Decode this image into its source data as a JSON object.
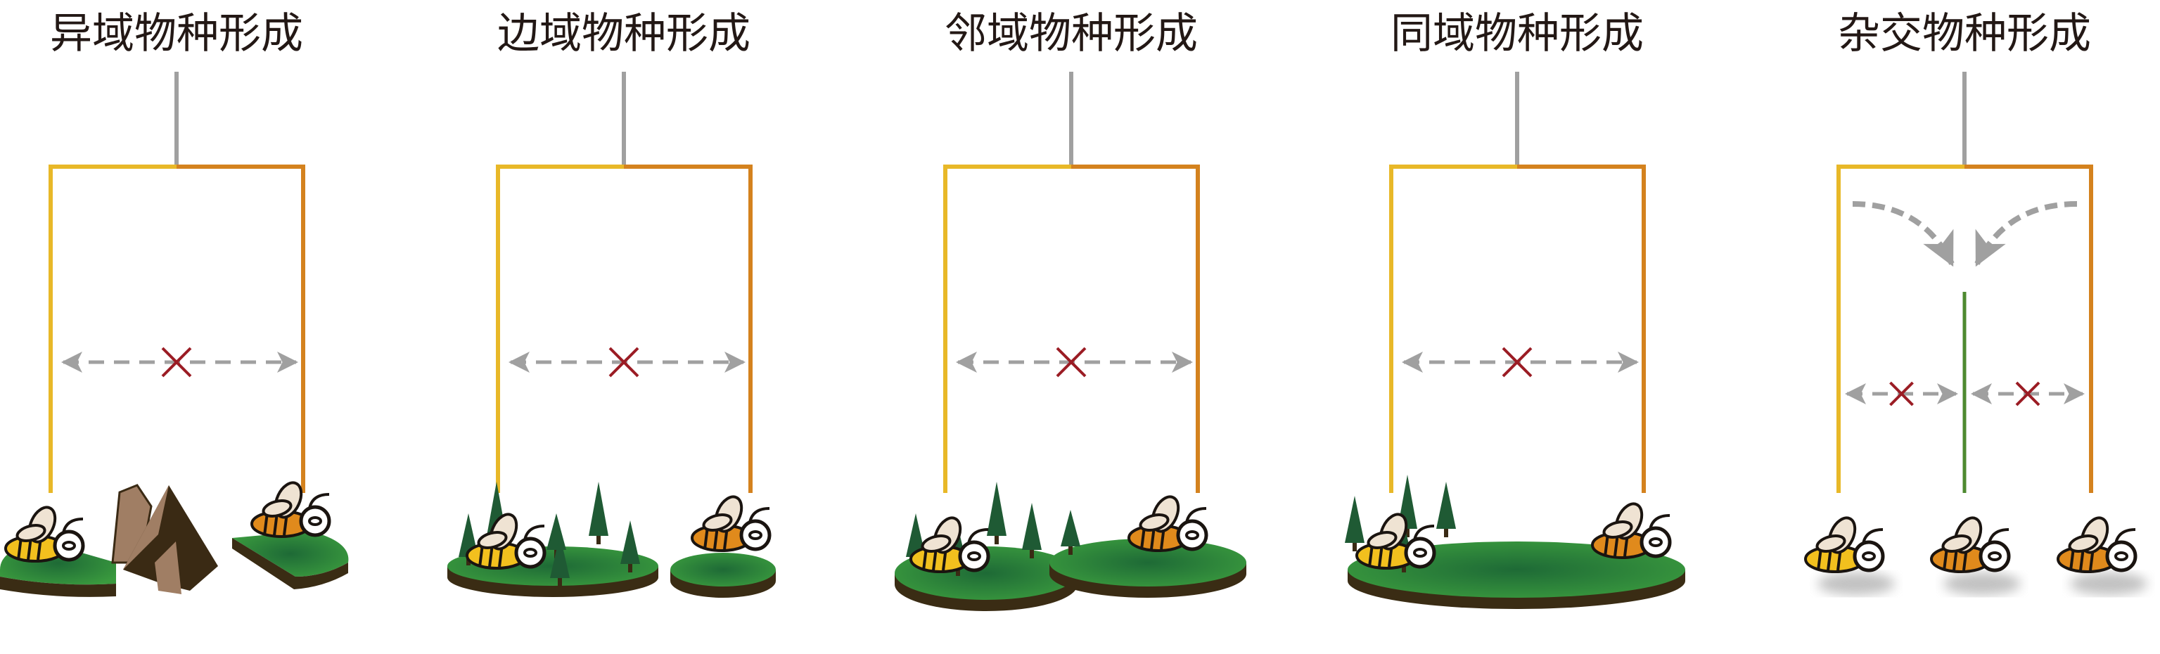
{
  "panels": [
    {
      "title": "异域物种形成",
      "scene": "allopatric"
    },
    {
      "title": "边域物种形成",
      "scene": "peripatric"
    },
    {
      "title": "邻域物种形成",
      "scene": "parapatric"
    },
    {
      "title": "同域物种形成",
      "scene": "sympatric"
    },
    {
      "title": "杂交物种形成",
      "scene": "hybrid"
    }
  ],
  "colors": {
    "stem": "#a0a0a0",
    "branch_left": "#e8b828",
    "branch_right": "#d4821e",
    "hybrid_branch": "#4e8a30",
    "arrow": "#a0a0a0",
    "cross": "#9b1c24",
    "grass": "#2f8a3a",
    "soil": "#3a2c14",
    "tree": "#1f5a34",
    "rock": "#a07e64",
    "rock_dark": "#3a2a14"
  }
}
